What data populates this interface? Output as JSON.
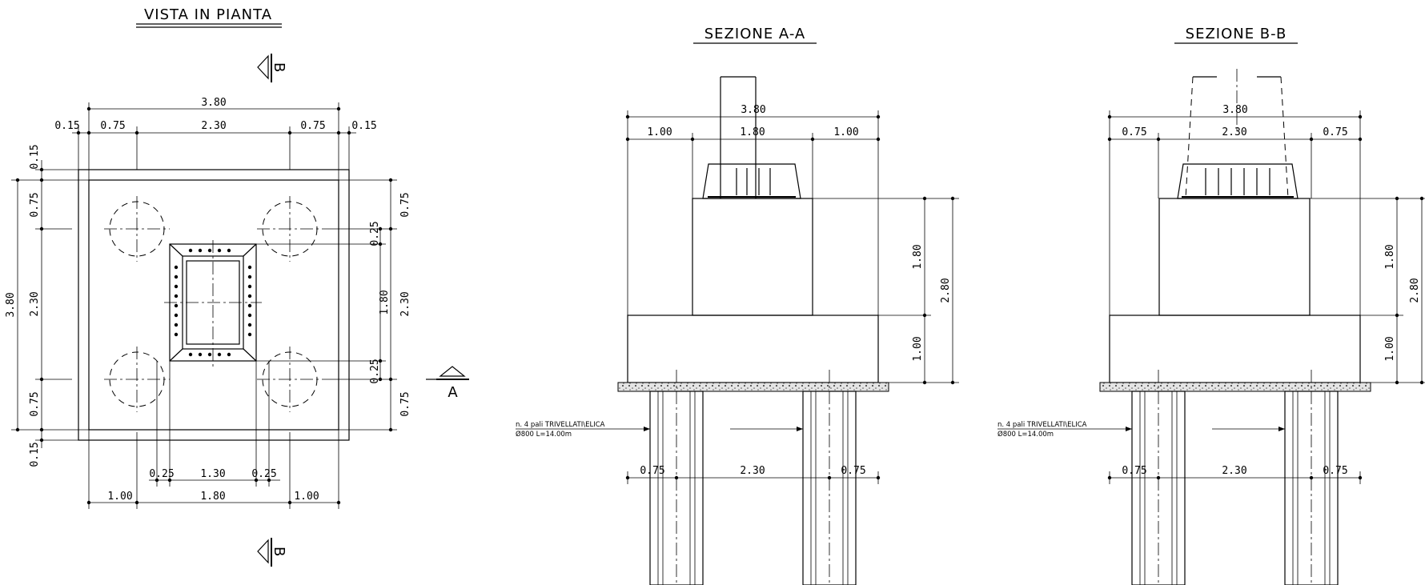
{
  "plan": {
    "title": "VISTA IN PIANTA",
    "section_letter_a": "A",
    "section_letter_b": "B",
    "dims": {
      "total_top": "3.80",
      "edge_left": "0.15",
      "edge_right": "0.15",
      "seg_075_left": "0.75",
      "seg_230": "2.30",
      "seg_075_right": "0.75",
      "left_015_top": "0.15",
      "left_075_top": "0.75",
      "left_total": "3.80",
      "left_230": "2.30",
      "left_075_bottom": "0.75",
      "left_015_bottom": "0.15",
      "right_075_top": "0.75",
      "right_025_top": "0.25",
      "right_180": "1.80",
      "right_230": "2.30",
      "right_025_bottom": "0.25",
      "right_075_bottom": "0.75",
      "bottom_025_left": "0.25",
      "bottom_130": "1.30",
      "bottom_025_right": "0.25",
      "bottom_100_left": "1.00",
      "bottom_180": "1.80",
      "bottom_100_right": "1.00"
    }
  },
  "section_aa": {
    "title": "SEZIONE A-A",
    "dims": {
      "top_total": "3.80",
      "top_left": "1.00",
      "top_mid": "1.80",
      "top_right": "1.00",
      "right_180": "1.80",
      "right_280": "2.80",
      "right_100": "1.00",
      "pile_075_left": "0.75",
      "pile_230": "2.30",
      "pile_075_right": "0.75"
    },
    "pile_note_line1": "n. 4 pali TRIVELLATI\\ELICA",
    "pile_note_line2": "Ø800 L=14.00m"
  },
  "section_bb": {
    "title": "SEZIONE B-B",
    "dims": {
      "top_total": "3.80",
      "top_left": "0.75",
      "top_mid": "2.30",
      "top_right": "0.75",
      "right_180": "1.80",
      "right_280": "2.80",
      "right_100": "1.00",
      "pile_075_left": "0.75",
      "pile_230": "2.30",
      "pile_075_right": "0.75"
    },
    "pile_note_line1": "n. 4 pali TRIVELLATI\\ELICA",
    "pile_note_line2": "Ø800 L=14.00m"
  }
}
